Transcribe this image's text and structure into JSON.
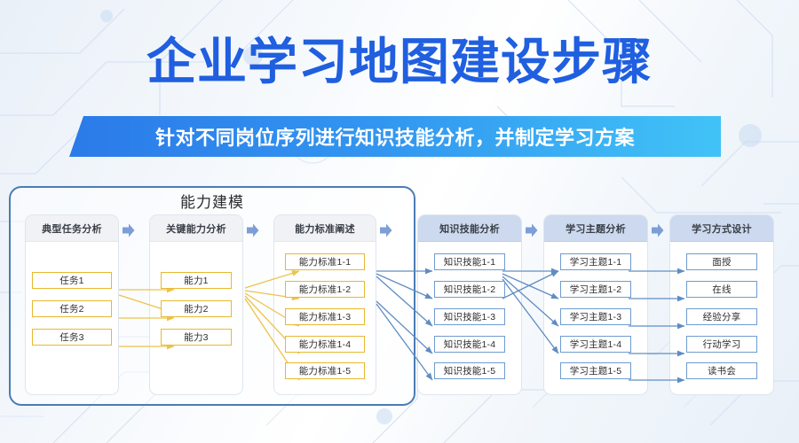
{
  "header": {
    "title": "企业学习地图建设步骤",
    "subtitle": "针对不同岗位序列进行知识技能分析，并制定学习方案",
    "title_color": "#1f5fe0",
    "banner_gradient_from": "#2b7ae9",
    "banner_gradient_to": "#41c3f7"
  },
  "diagram": {
    "group_title": "能力建模",
    "group_border_color": "#4a7cb5",
    "gold_node_color": "#e8b830",
    "blue_node_color": "#6f9bd1",
    "step_arrow_color": "#7d9ed6",
    "columns": [
      {
        "header": "典型任务分析",
        "head_style": "gray",
        "node_style": "gold",
        "nodes": [
          "任务1",
          "任务2",
          "任务3"
        ]
      },
      {
        "header": "关键能力分析",
        "head_style": "gray",
        "node_style": "gold",
        "nodes": [
          "能力1",
          "能力2",
          "能力3"
        ]
      },
      {
        "header": "能力标准阐述",
        "head_style": "gray",
        "node_style": "gold",
        "nodes": [
          "能力标准1-1",
          "能力标准1-2",
          "能力标准1-3",
          "能力标准1-4",
          "能力标准1-5"
        ]
      },
      {
        "header": "知识技能分析",
        "head_style": "blue",
        "node_style": "blue",
        "nodes": [
          "知识技能1-1",
          "知识技能1-2",
          "知识技能1-3",
          "知识技能1-4",
          "知识技能1-5"
        ]
      },
      {
        "header": "学习主题分析",
        "head_style": "blue",
        "node_style": "blue",
        "nodes": [
          "学习主题1-1",
          "学习主题1-2",
          "学习主题1-3",
          "学习主题1-4",
          "学习主题1-5"
        ]
      },
      {
        "header": "学习方式设计",
        "head_style": "blue",
        "node_style": "blue",
        "nodes": [
          "面授",
          "在线",
          "经验分享",
          "行动学习",
          "读书会"
        ]
      }
    ],
    "step_arrow_glyph": "➡"
  }
}
